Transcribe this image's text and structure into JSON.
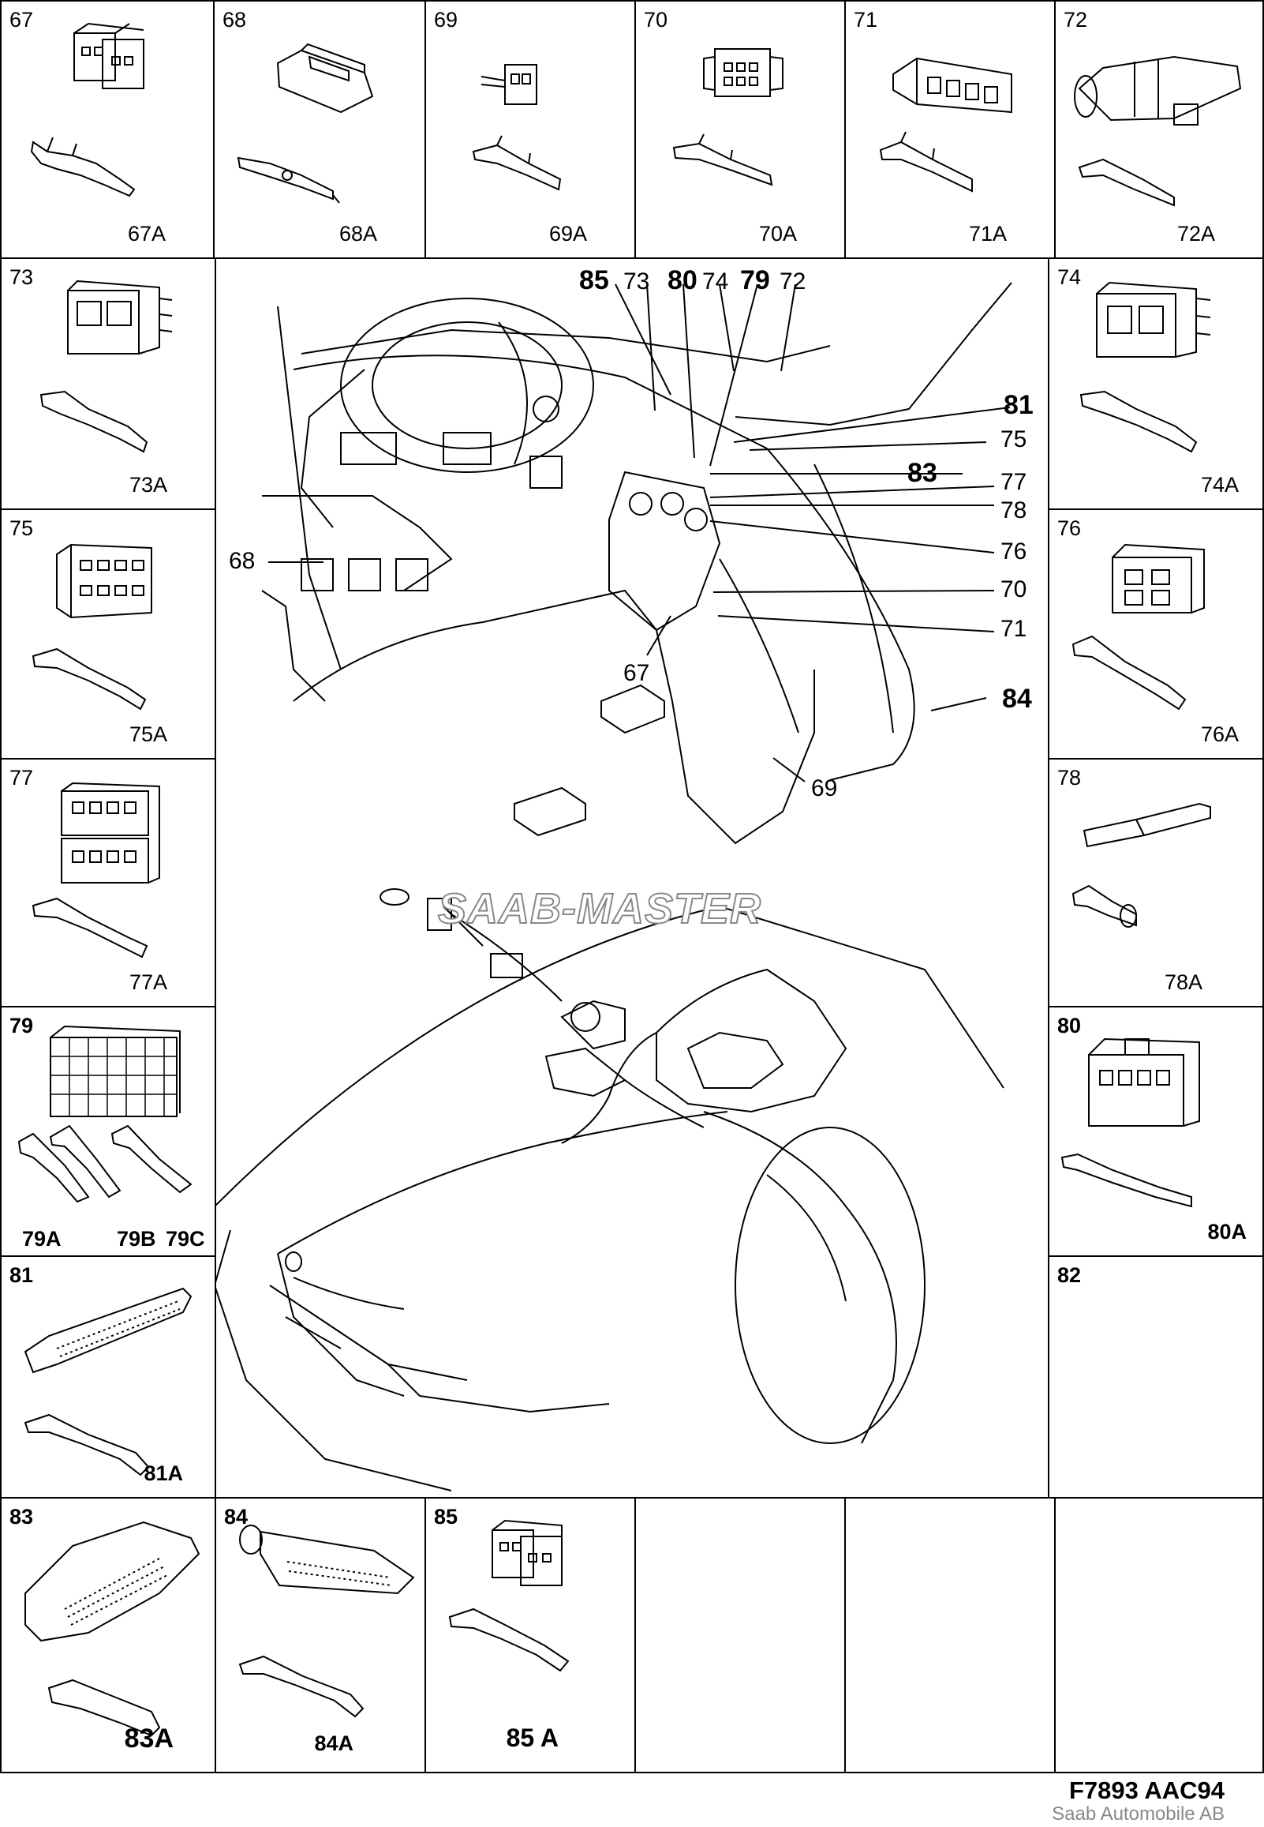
{
  "cells": {
    "c67": {
      "num": "67",
      "sub": "67A"
    },
    "c68": {
      "num": "68",
      "sub": "68A"
    },
    "c69": {
      "num": "69",
      "sub": "69A"
    },
    "c70": {
      "num": "70",
      "sub": "70A"
    },
    "c71": {
      "num": "71",
      "sub": "71A"
    },
    "c72": {
      "num": "72",
      "sub": "72A"
    },
    "c73": {
      "num": "73",
      "sub": "73A"
    },
    "c74": {
      "num": "74",
      "sub": "74A"
    },
    "c75": {
      "num": "75",
      "sub": "75A"
    },
    "c76": {
      "num": "76",
      "sub": "76A"
    },
    "c77": {
      "num": "77",
      "sub": "77A"
    },
    "c78": {
      "num": "78",
      "sub": "78A"
    },
    "c79": {
      "num": "79",
      "sub_a": "79A",
      "sub_b": "79B",
      "sub_c": "79C"
    },
    "c80": {
      "num": "80",
      "sub": "80A"
    },
    "c81": {
      "num": "81",
      "sub": "81A"
    },
    "c82": {
      "num": "82"
    },
    "c83": {
      "num": "83",
      "sub": "83A"
    },
    "c84": {
      "num": "84",
      "sub": "84A"
    },
    "c85": {
      "num": "85",
      "sub": "85 A"
    }
  },
  "callouts": {
    "t85": "85",
    "t73": "73",
    "t80": "80",
    "t74": "74",
    "t79": "79",
    "t72": "72",
    "t81": "81",
    "t75": "75",
    "t83": "83",
    "t77": "77",
    "t78": "78",
    "t76": "76",
    "t70": "70",
    "t71": "71",
    "t68": "68",
    "t67": "67",
    "t84": "84",
    "t69": "69"
  },
  "watermark": "SAAB-MASTER",
  "footer": {
    "code": "F7893  AAC94",
    "copyright": "Saab Automobile AB"
  }
}
